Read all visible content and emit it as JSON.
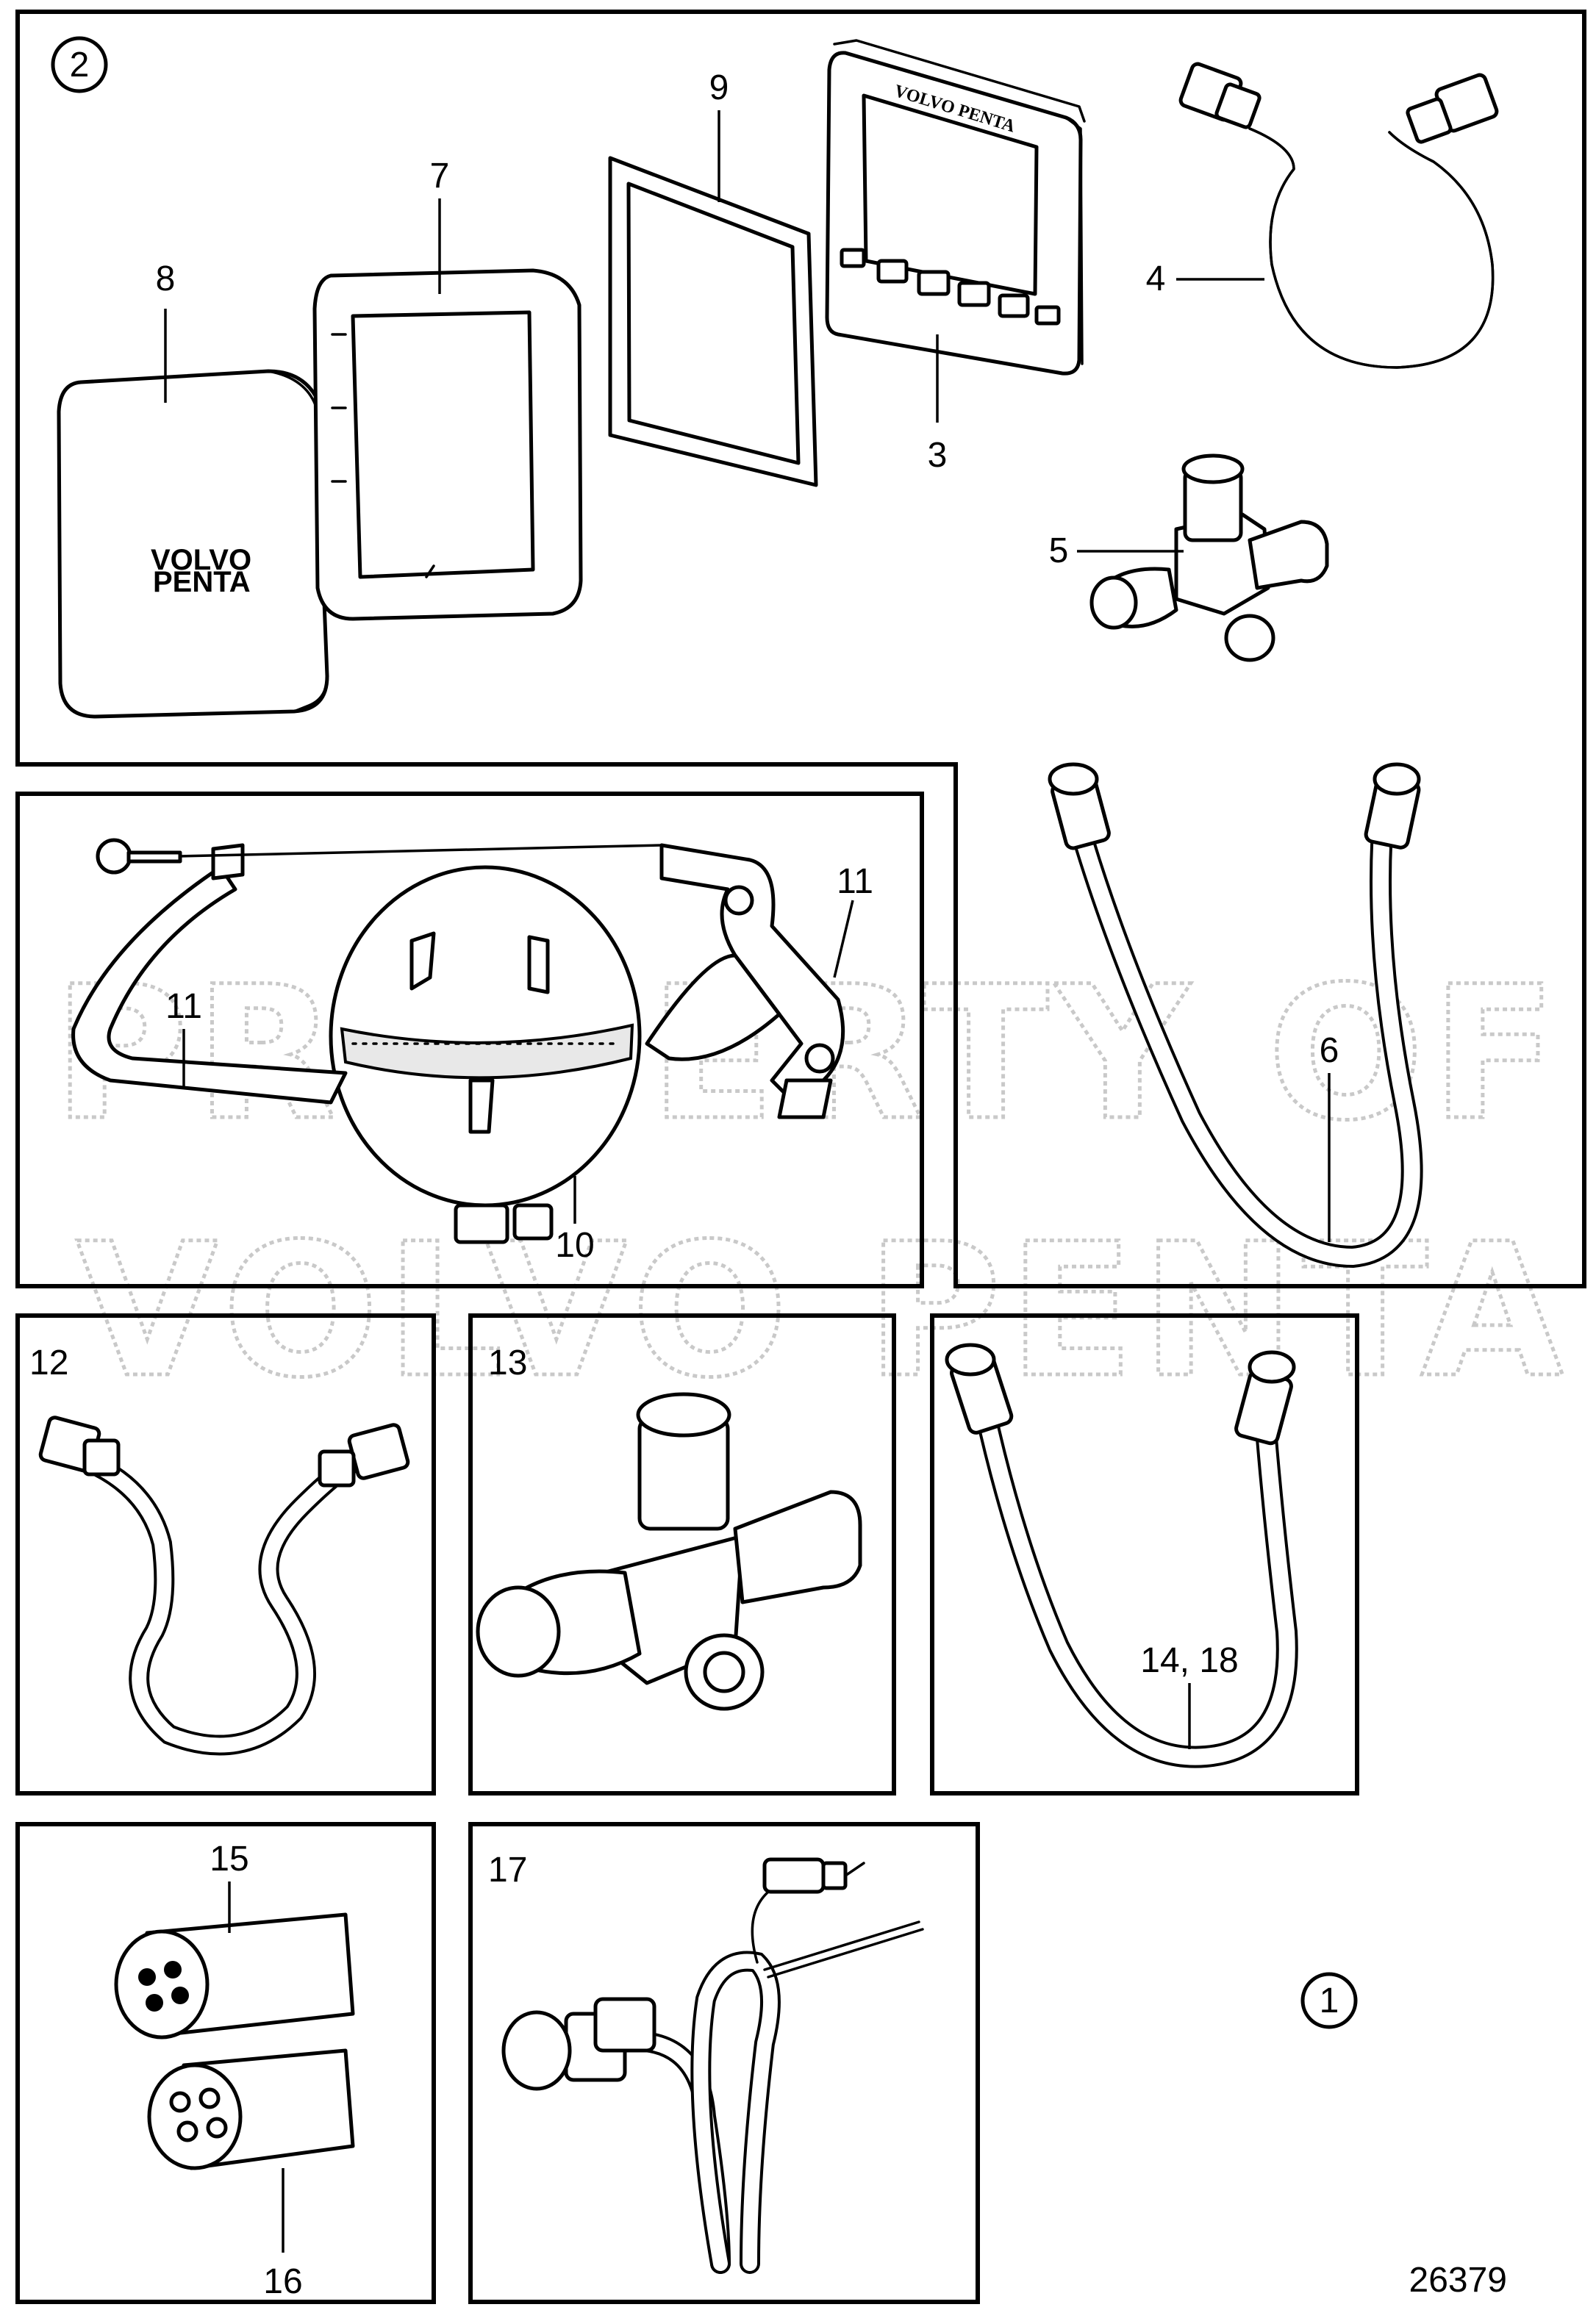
{
  "diagram": {
    "group_marker_top": "2",
    "group_marker_bottom": "1",
    "drawing_number": "26379",
    "display_brand_text": "VOLVO PENTA",
    "cover_brand_line1": "VOLVO",
    "cover_brand_line2": "PENTA",
    "watermark_line1": "PROPERTY OF",
    "watermark_line2": "VOLVO PENTA",
    "callouts": {
      "p3": "3",
      "p4": "4",
      "p5": "5",
      "p6": "6",
      "p7": "7",
      "p8": "8",
      "p9": "9",
      "p10": "10",
      "p11a": "11",
      "p11b": "11",
      "p12": "12",
      "p13": "13",
      "p14_18": "14, 18",
      "p15": "15",
      "p16": "16",
      "p17": "17"
    }
  }
}
